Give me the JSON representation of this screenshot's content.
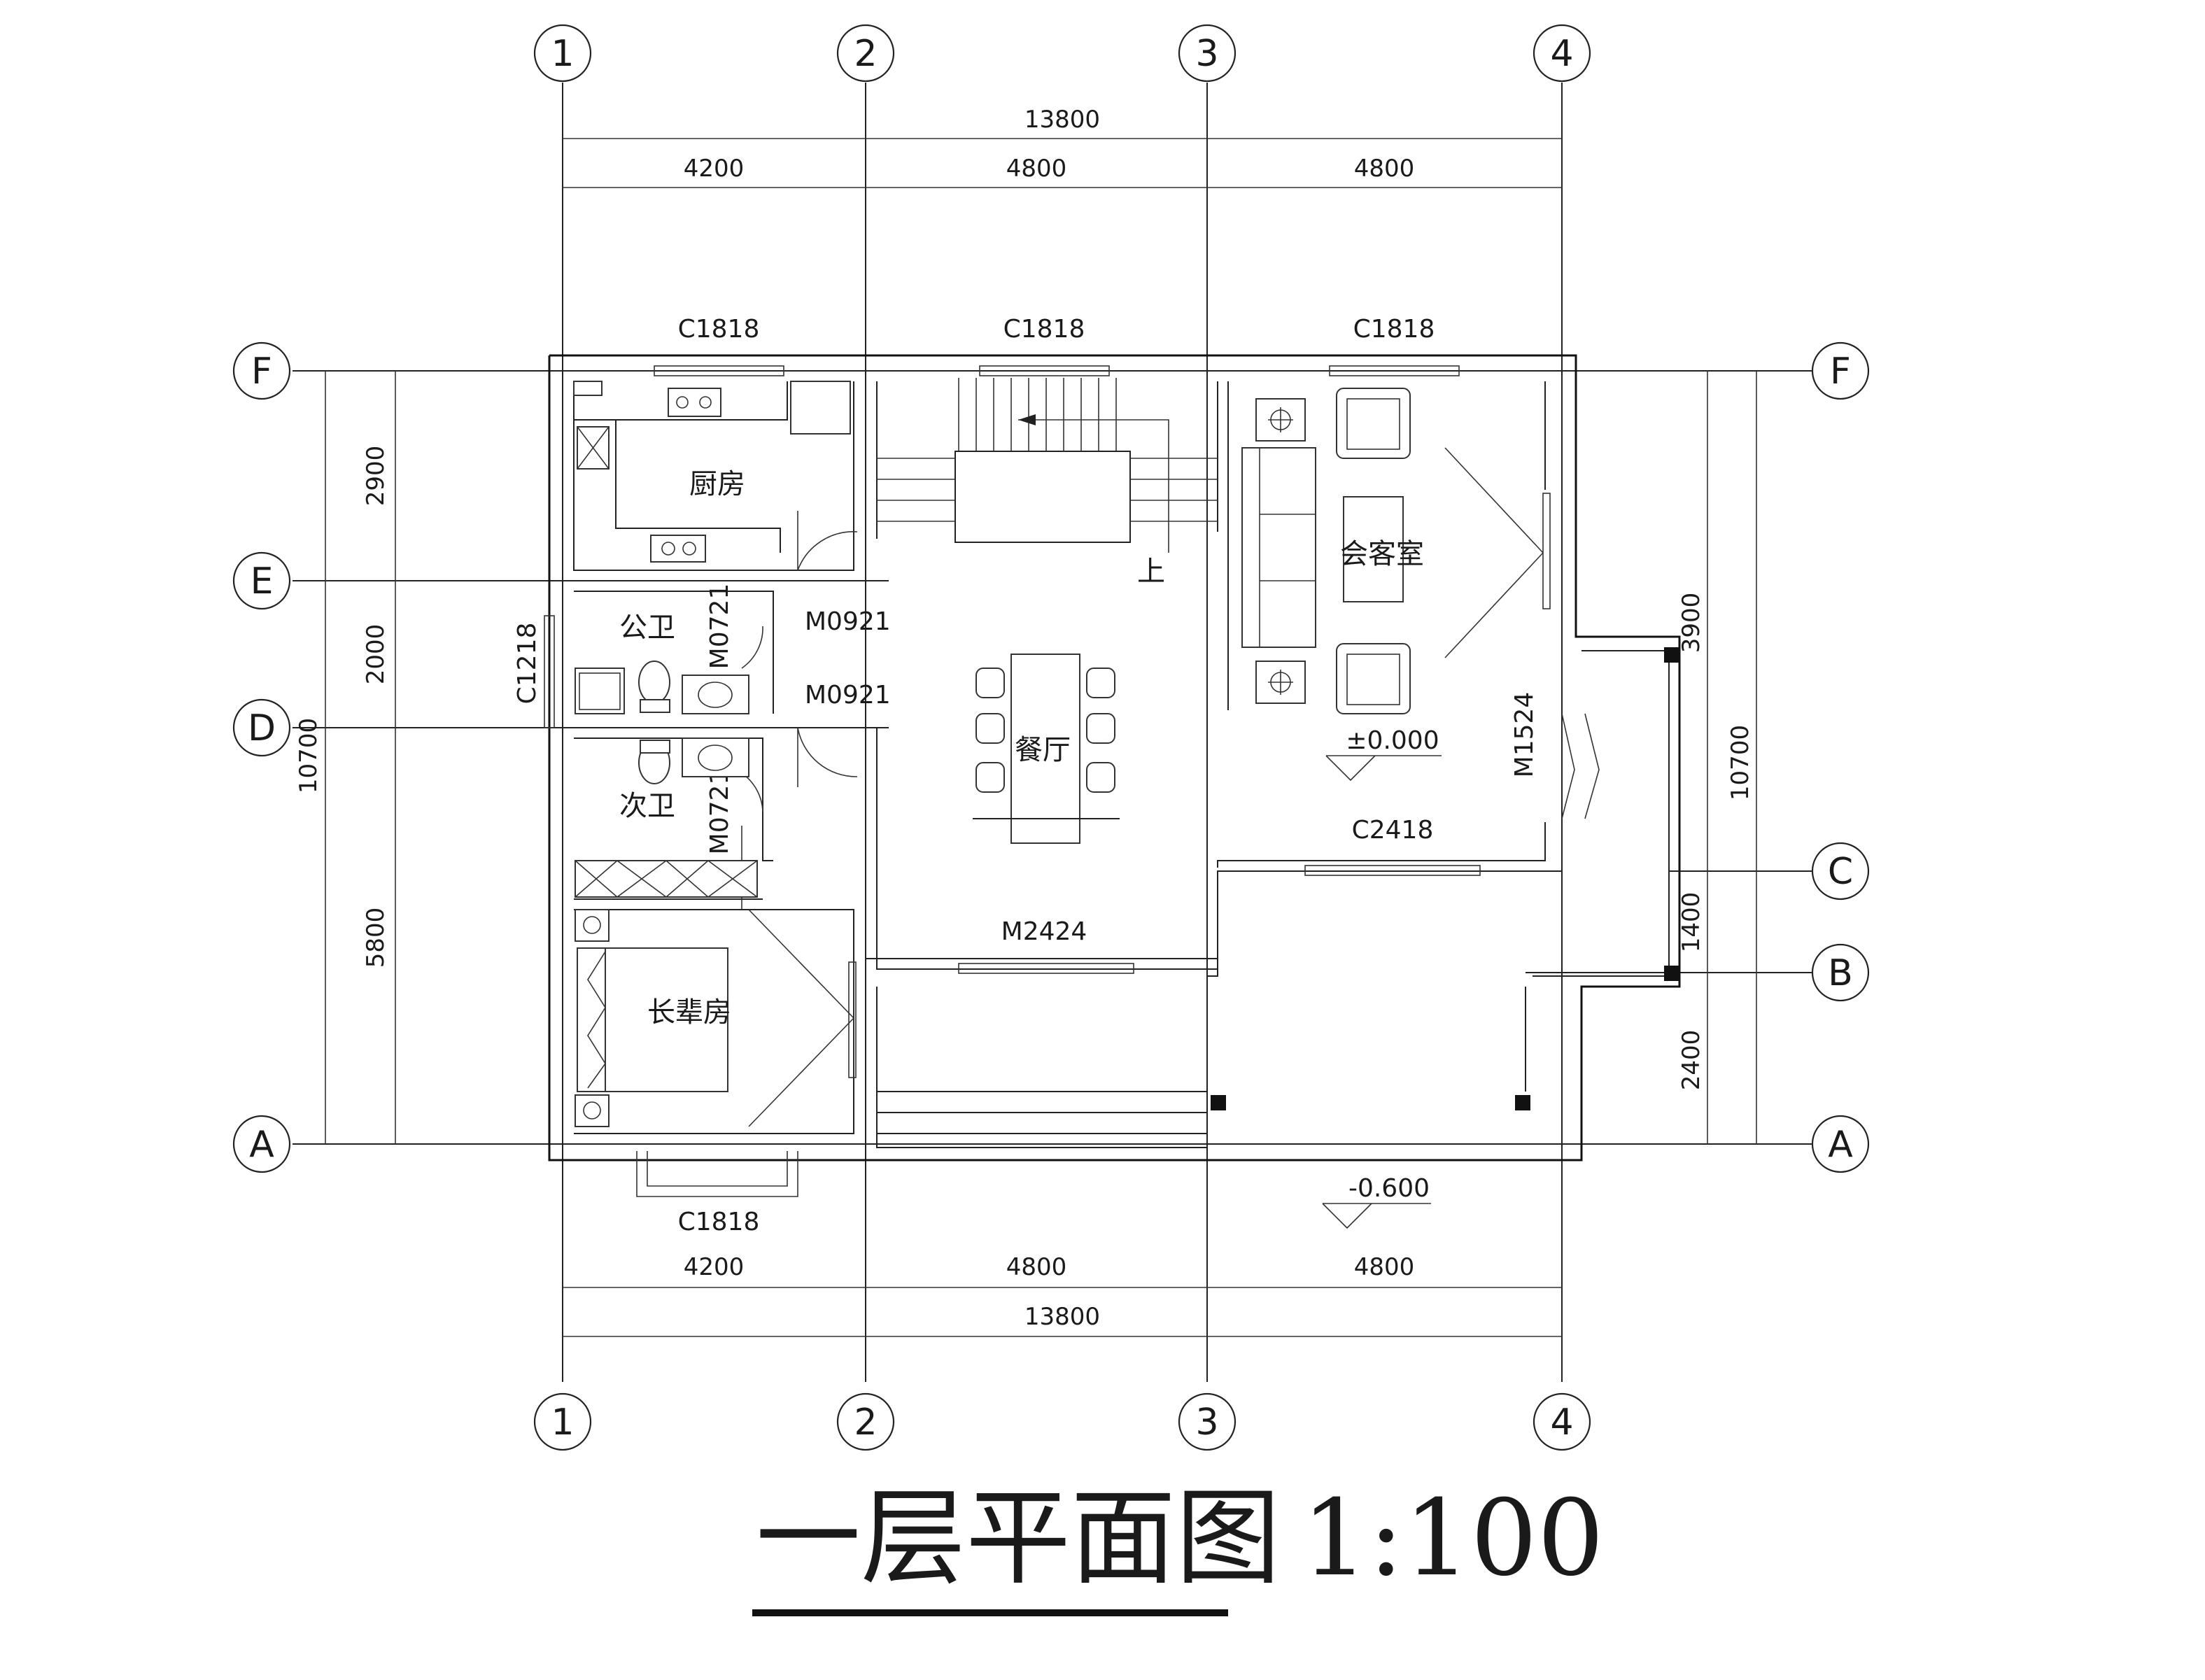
{
  "axes": {
    "columns": [
      "1",
      "2",
      "3",
      "4"
    ],
    "rows": [
      "F",
      "E",
      "D",
      "C",
      "B",
      "A"
    ]
  },
  "dimensions": {
    "top_total": "13800",
    "top_bays": [
      "4200",
      "4800",
      "4800"
    ],
    "bottom_bays": [
      "4200",
      "4800",
      "4800"
    ],
    "bottom_total": "13800",
    "left_segments": [
      "2900",
      "2000",
      "5800"
    ],
    "left_total": "10700",
    "right_segments": [
      "3900",
      "1400",
      "2400"
    ],
    "right_total": "10700"
  },
  "rooms": {
    "kitchen": "厨房",
    "public_bath": "公卫",
    "second_bath": "次卫",
    "dining": "餐厅",
    "reception": "会客室",
    "elder_room": "长辈房",
    "stair_up": "上"
  },
  "openings": {
    "window_top_1": "C1818",
    "window_top_2": "C1818",
    "window_top_3": "C1818",
    "window_bottom": "C1818",
    "window_left": "C1218",
    "window_south": "C2418",
    "door_1": "M0921",
    "door_2": "M0921",
    "door_3": "M0721",
    "door_4": "M0721",
    "door_main": "M2424",
    "door_east": "M1524"
  },
  "elevations": {
    "floor": "±0.000",
    "outdoor": "-0.600"
  },
  "title": {
    "name": "一层平面图",
    "scale": "1:100"
  }
}
